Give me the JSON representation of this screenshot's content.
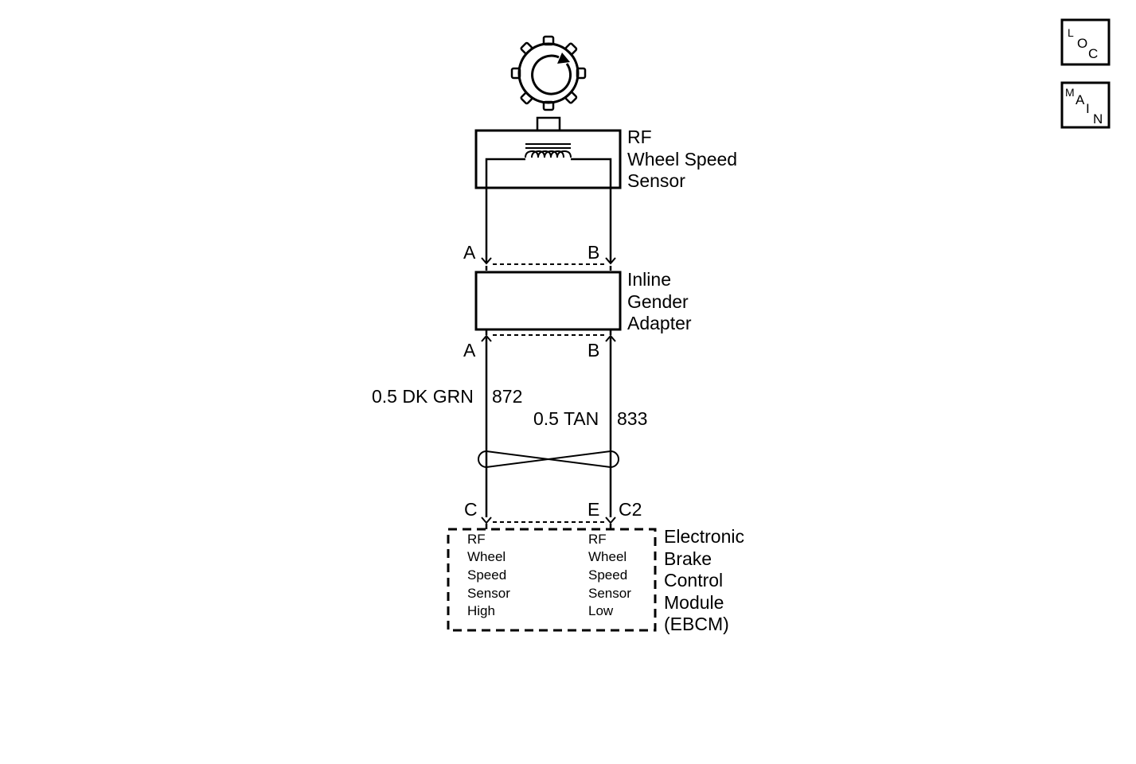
{
  "nav": {
    "loc": [
      "L",
      "O",
      "C"
    ],
    "main": [
      "M",
      "A",
      "I",
      "N"
    ]
  },
  "icons": {
    "tone_wheel": "tone-wheel-icon",
    "coil": "coil-icon"
  },
  "sensor": {
    "lines": [
      "RF",
      "Wheel Speed",
      "Sensor"
    ],
    "pin_a": "A",
    "pin_b": "B"
  },
  "adapter": {
    "lines": [
      "Inline",
      "Gender",
      "Adapter"
    ],
    "pin_a": "A",
    "pin_b": "B"
  },
  "wires": {
    "left": {
      "label": "0.5 DK GRN",
      "circuit": "872"
    },
    "right": {
      "label": "0.5 TAN",
      "circuit": "833"
    }
  },
  "ebcm": {
    "pin_c": "C",
    "pin_e": "E",
    "connector": "C2",
    "lines": [
      "Electronic",
      "Brake",
      "Control",
      "Module",
      "(EBCM)"
    ],
    "high_lines": [
      "RF",
      "Wheel",
      "Speed",
      "Sensor",
      "High"
    ],
    "low_lines": [
      "RF",
      "Wheel",
      "Speed",
      "Sensor",
      "Low"
    ]
  }
}
